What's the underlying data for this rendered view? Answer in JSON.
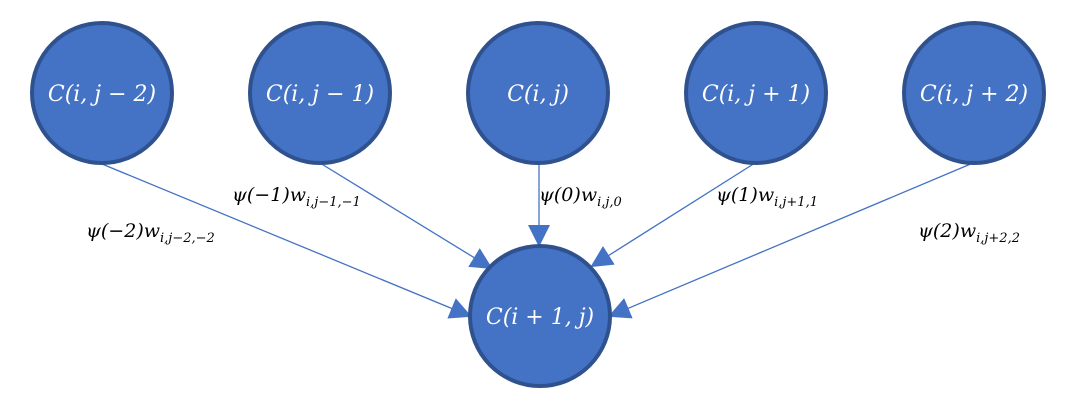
{
  "diagram": {
    "colors": {
      "node_fill": "#4472C4",
      "node_stroke": "#2F528F",
      "edge": "#4472C4",
      "node_text": "#FFFFFF",
      "edge_text": "#000000"
    },
    "source_nodes": [
      {
        "id": "c-i-jm2",
        "label": "C(i, j − 2)"
      },
      {
        "id": "c-i-jm1",
        "label": "C(i, j − 1)"
      },
      {
        "id": "c-i-j",
        "label": "C(i, j)"
      },
      {
        "id": "c-i-jp1",
        "label": "C(i, j + 1)"
      },
      {
        "id": "c-i-jp2",
        "label": "C(i, j + 2)"
      }
    ],
    "target_node": {
      "id": "c-ip1-j",
      "label": "C(i + 1, j)"
    },
    "edges": [
      {
        "from": "c-i-jm2",
        "to": "c-ip1-j",
        "label_main": "ψ(−2)w",
        "label_sub": "i,j−2,−2"
      },
      {
        "from": "c-i-jm1",
        "to": "c-ip1-j",
        "label_main": "ψ(−1)w",
        "label_sub": "i,j−1,−1"
      },
      {
        "from": "c-i-j",
        "to": "c-ip1-j",
        "label_main": "ψ(0)w",
        "label_sub": "i,j,0"
      },
      {
        "from": "c-i-jp1",
        "to": "c-ip1-j",
        "label_main": "ψ(1)w",
        "label_sub": "i,j+1,1"
      },
      {
        "from": "c-i-jp2",
        "to": "c-ip1-j",
        "label_main": "ψ(2)w",
        "label_sub": "i,j+2,2"
      }
    ]
  }
}
